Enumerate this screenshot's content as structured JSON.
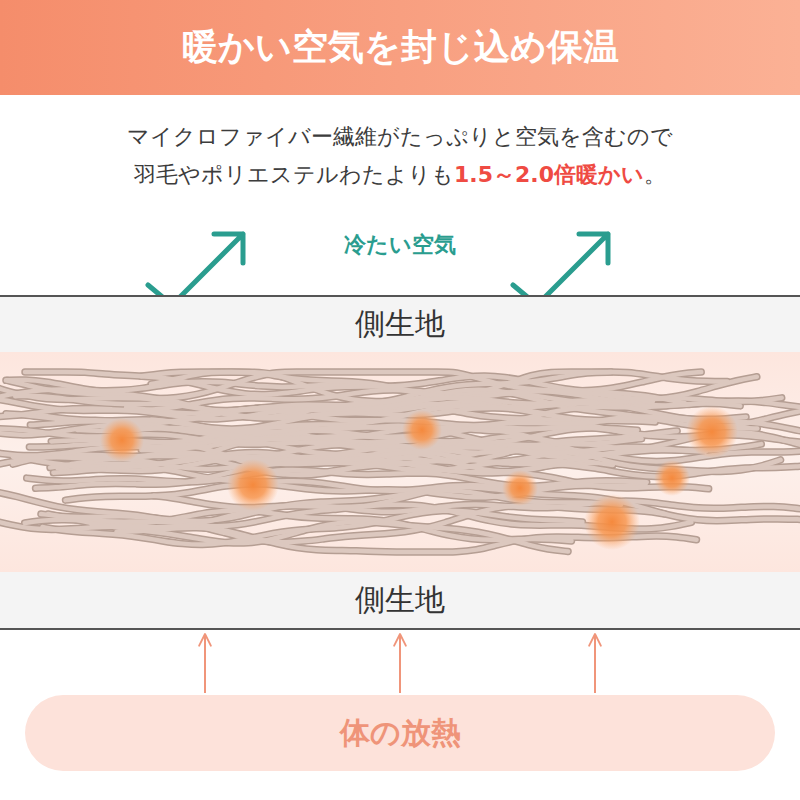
{
  "diagram": {
    "title": "暖かい空気を封じ込め保温",
    "nodes": [
      {
        "text": [
          "側生地"
        ]
      },
      {
        "text": [
          "側生地"
        ]
      },
      {
        "text": [
          "体の放熱"
        ]
      }
    ],
    "edges": [
      {
        "from": 2,
        "to": 1,
        "arrow": "to"
      },
      {
        "from": 2,
        "to": 1,
        "arrow": "to"
      },
      {
        "from": 2,
        "to": 1,
        "arrow": "to"
      }
    ],
    "labels": [
      "マイクロファイバー繊維がたっぷりと空気を含むので",
      "羽毛やポリエステルわたよりも",
      "1.5～2.0倍暖かい",
      "。",
      "冷たい空気"
    ]
  }
}
